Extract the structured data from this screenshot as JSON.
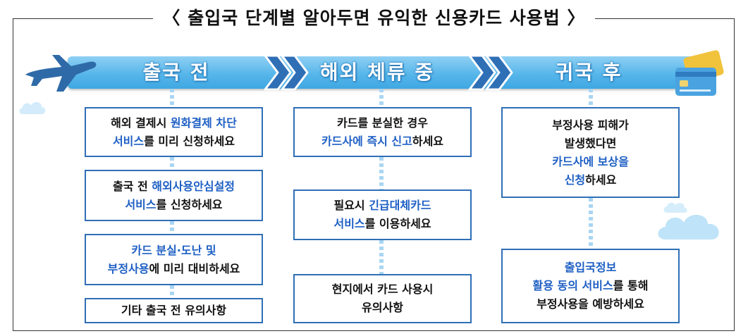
{
  "title": "〈 출입국 단계별 알아두면 유익한 신용카드 사용법 〉",
  "icons": {
    "left": "airplane-icon",
    "right": "credit-card-icon",
    "decor": "cloud-icon"
  },
  "colors": {
    "banner": "#57b6ea",
    "box_border": "#2f6fb6",
    "highlight": "#1e5fc4"
  },
  "stages": [
    {
      "label": "출국 전",
      "items": [
        [
          [
            "해외 결제시 ",
            false
          ],
          [
            "원화결제 차단",
            true
          ],
          [
            "\n",
            false
          ],
          [
            "서비스",
            true
          ],
          [
            "를 미리 신청하세요",
            false
          ]
        ],
        [
          [
            "출국 전 ",
            false
          ],
          [
            "해외사용안심설정",
            true
          ],
          [
            "\n",
            false
          ],
          [
            "서비스",
            true
          ],
          [
            "를 신청하세요",
            false
          ]
        ],
        [
          [
            "카드 분실·도난 및",
            true
          ],
          [
            "\n",
            false
          ],
          [
            "부정사용",
            true
          ],
          [
            "에 미리 대비하세요",
            false
          ]
        ],
        [
          [
            "기타 출국 전 유의사항",
            false
          ]
        ]
      ]
    },
    {
      "label": "해외 체류 중",
      "items": [
        [
          [
            "카드를 분실한 경우",
            false
          ],
          [
            "\n",
            false
          ],
          [
            "카드사에 즉시 신고",
            true
          ],
          [
            "하세요",
            false
          ]
        ],
        [
          [
            "필요시 ",
            false
          ],
          [
            "긴급대체카드",
            true
          ],
          [
            "\n",
            false
          ],
          [
            "서비스",
            true
          ],
          [
            "를 이용하세요",
            false
          ]
        ],
        [
          [
            "현지에서 카드 사용시",
            false
          ],
          [
            "\n",
            false
          ],
          [
            "유의사항",
            false
          ]
        ]
      ]
    },
    {
      "label": "귀국 후",
      "items": [
        [
          [
            "부정사용 피해가",
            false
          ],
          [
            "\n",
            false
          ],
          [
            "발생했다면",
            false
          ],
          [
            "\n",
            false
          ],
          [
            "카드사에 보상을",
            true
          ],
          [
            "\n",
            false
          ],
          [
            "신청",
            true
          ],
          [
            "하세요",
            false
          ]
        ],
        [
          [
            "출입국정보",
            true
          ],
          [
            "\n",
            false
          ],
          [
            "활용 동의 서비스",
            true
          ],
          [
            "를 통해",
            false
          ],
          [
            "\n",
            false
          ],
          [
            "부정사용을 예방하세요",
            false
          ]
        ]
      ]
    }
  ]
}
